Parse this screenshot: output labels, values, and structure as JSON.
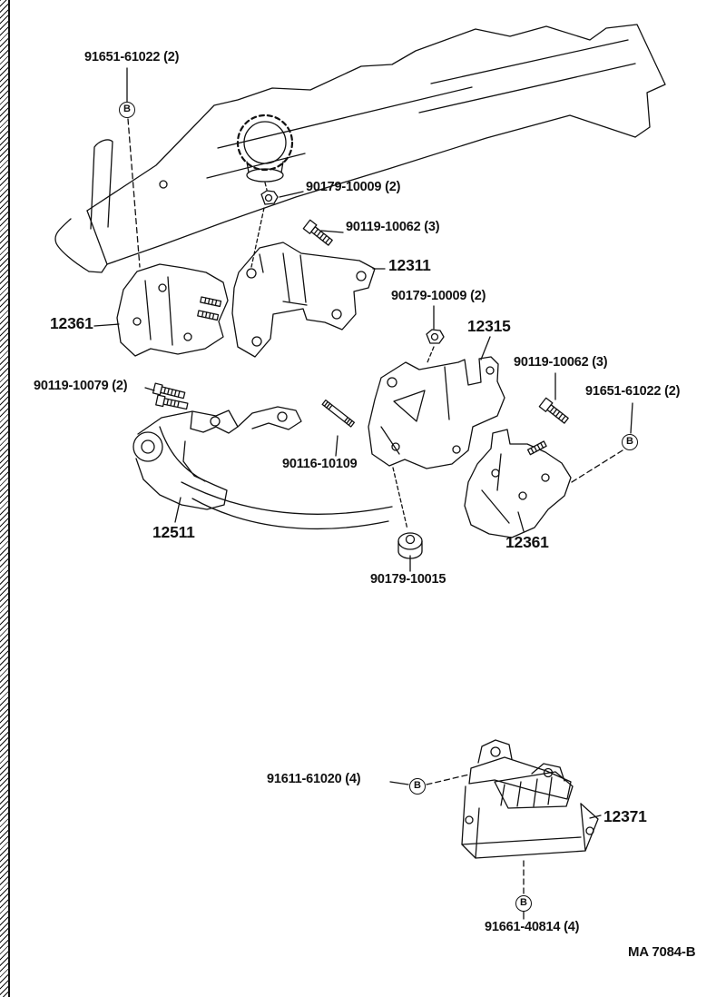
{
  "colors": {
    "ink": "#111111",
    "paper": "#ffffff"
  },
  "footer": {
    "code": "MA 7084-B"
  },
  "marker": {
    "letter": "B"
  },
  "labels": [
    {
      "text": "91651-61022 (2)"
    },
    {
      "text": "90179-10009 (2)"
    },
    {
      "text": "90119-10062 (3)"
    },
    {
      "text": "12311"
    },
    {
      "text": "12361"
    },
    {
      "text": "90179-10009 (2)"
    },
    {
      "text": "12315"
    },
    {
      "text": "90119-10062 (3)"
    },
    {
      "text": "91651-61022 (2)"
    },
    {
      "text": "90119-10079 (2)"
    },
    {
      "text": "90116-10109"
    },
    {
      "text": "12511"
    },
    {
      "text": "12361"
    },
    {
      "text": "90179-10015"
    },
    {
      "text": "91611-61020 (4)"
    },
    {
      "text": "12371"
    },
    {
      "text": "91661-40814 (4)"
    }
  ]
}
